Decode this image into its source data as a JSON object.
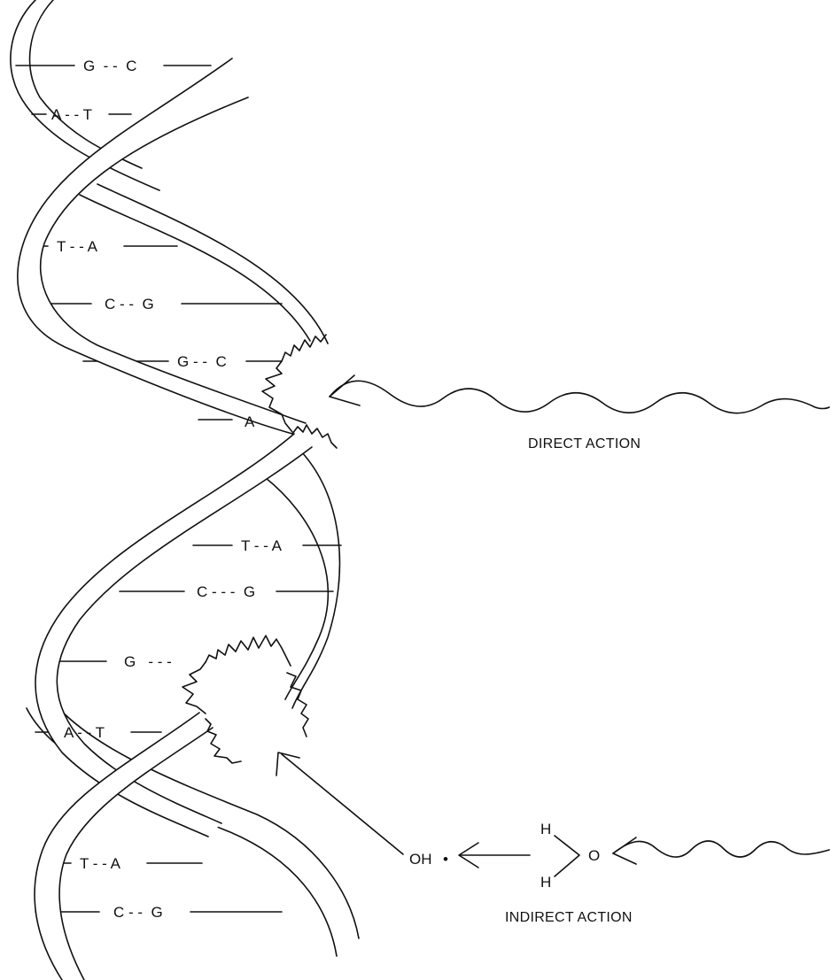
{
  "diagram": {
    "base_pairs": [
      {
        "label": "G  - -  C"
      },
      {
        "label": "A - - T"
      },
      {
        "label": "T - - A"
      },
      {
        "label": "C - -  G"
      },
      {
        "label": "G - -  C"
      },
      {
        "label": "A"
      },
      {
        "label": "T - - A"
      },
      {
        "label": "C - - -  G"
      },
      {
        "label": "G   - - -"
      },
      {
        "label": "A - - T"
      },
      {
        "label": "T - - A"
      },
      {
        "label": "C - -  G"
      }
    ],
    "direct_action": {
      "caption": "DIRECT ACTION"
    },
    "indirect_action": {
      "caption": "INDIRECT ACTION",
      "hydroxyl": "OH",
      "radical_dot": "•",
      "water_h_top": "H",
      "water_h_bottom": "H",
      "water_o": "O"
    }
  }
}
